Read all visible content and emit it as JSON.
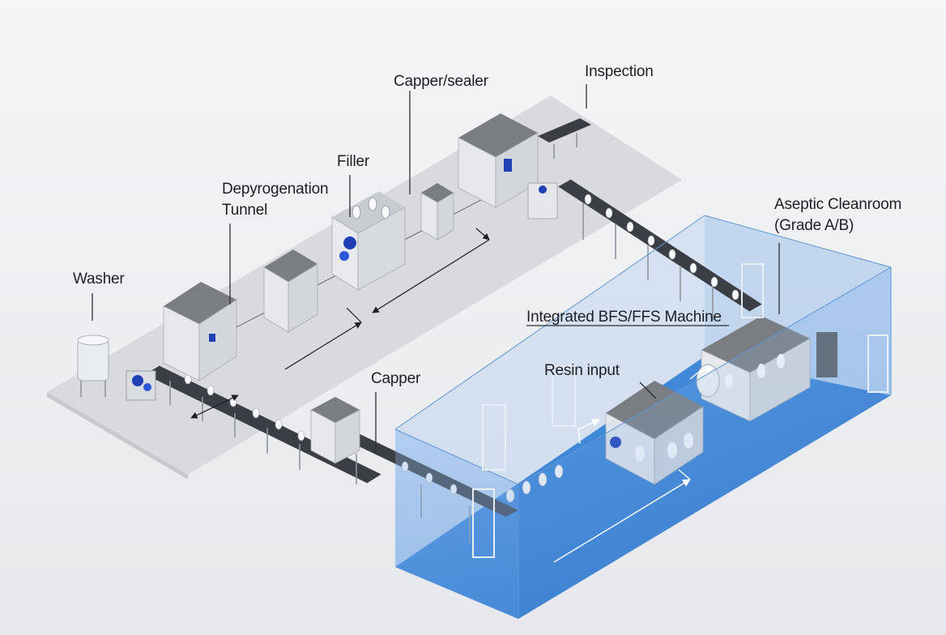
{
  "labels": {
    "washer": "Washer",
    "depyrogenation_line1": "Depyrogenation",
    "depyrogenation_line2": "Tunnel",
    "filler": "Filler",
    "capper_sealer": "Capper/sealer",
    "inspection": "Inspection",
    "capper": "Capper",
    "integrated_bfs": "Integrated BFS/FFS Machine",
    "resin_input": "Resin input",
    "cleanroom_line1": "Aseptic Cleanroom",
    "cleanroom_line2": "(Grade A/B)"
  },
  "colors": {
    "floor": "#dcdde0",
    "cleanroom_wall": "#7fb0ea",
    "cleanroom_floor": "#2f7fd6",
    "machine_top": "#7a7d82",
    "machine_body": "#e4e6e9",
    "accent_blue": "#1f3fb5"
  }
}
